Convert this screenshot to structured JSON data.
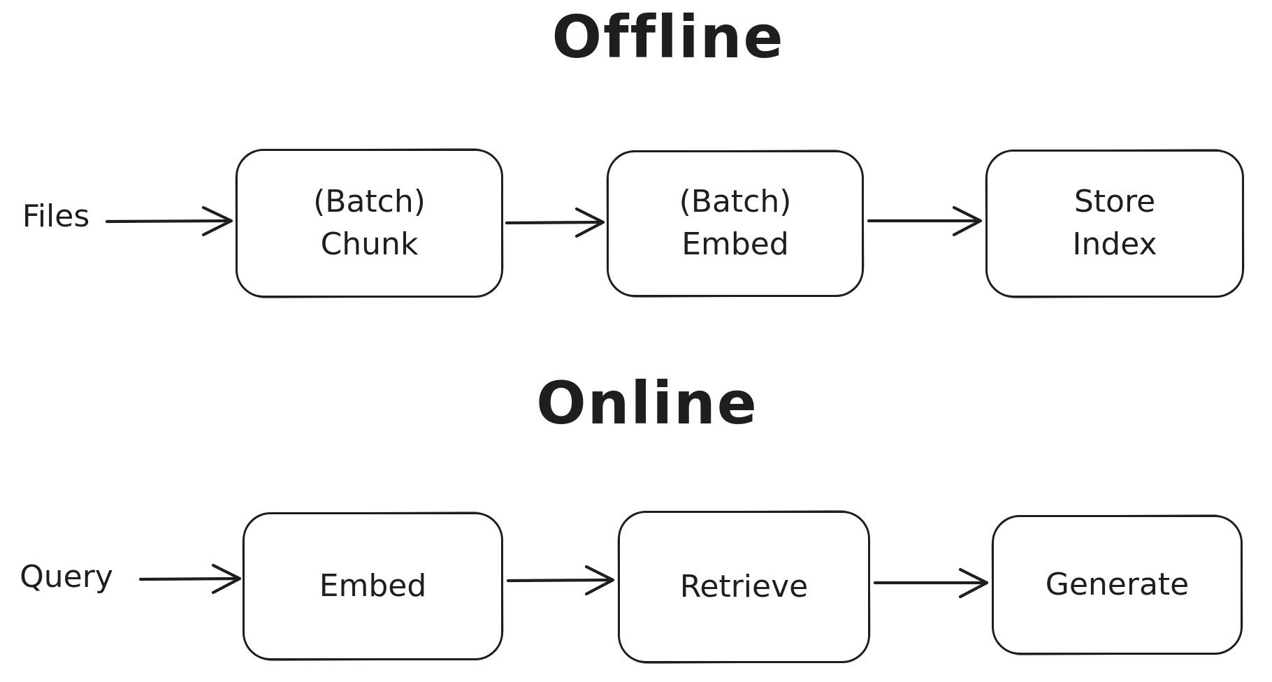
{
  "page": {
    "background_color": "#ffffff",
    "stroke_color": "#1e1e1e"
  },
  "diagram": {
    "sections": [
      {
        "title": "Offline",
        "input_label": "Files",
        "nodes": [
          {
            "lines": [
              "(Batch)",
              "Chunk"
            ]
          },
          {
            "lines": [
              "(Batch)",
              "Embed"
            ]
          },
          {
            "lines": [
              "Store",
              "Index"
            ]
          }
        ]
      },
      {
        "title": "Online",
        "input_label": "Query",
        "nodes": [
          {
            "lines": [
              "Embed"
            ]
          },
          {
            "lines": [
              "Retrieve"
            ]
          },
          {
            "lines": [
              "Generate"
            ]
          }
        ]
      }
    ]
  }
}
